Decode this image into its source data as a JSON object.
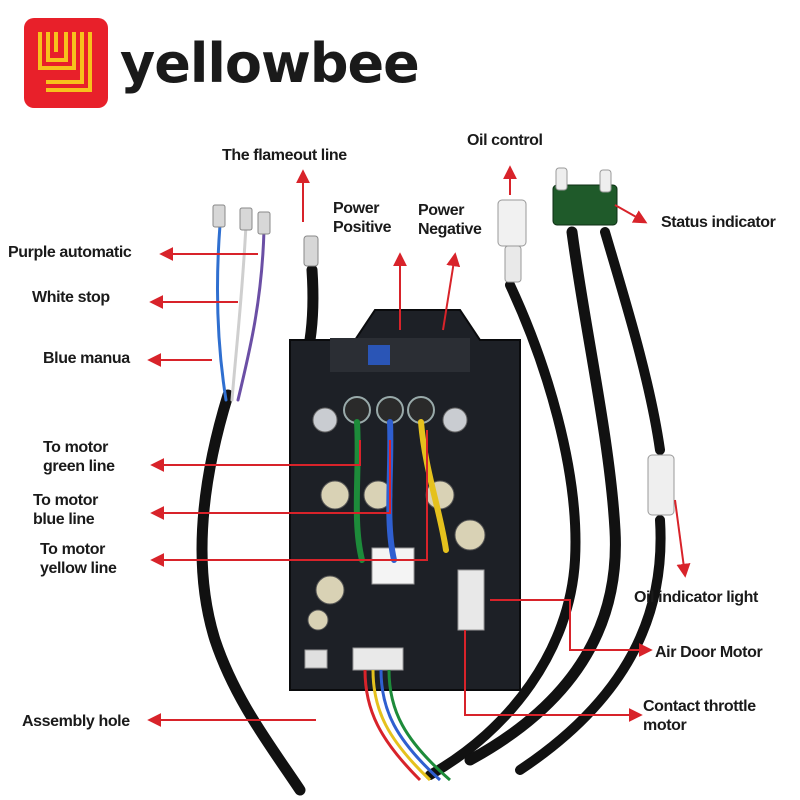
{
  "brand": {
    "name": "yellowbee",
    "accent": "#e8202a",
    "logo_icon": "yellowbee-logo-icon"
  },
  "labels": {
    "flameout": "The flameout line",
    "oil_control": "Oil control",
    "power_positive": [
      "Power",
      "Positive"
    ],
    "power_negative": [
      "Power",
      "Negative"
    ],
    "status_indicator": "Status indicator",
    "purple_automatic": "Purple automatic",
    "white_stop": "White stop",
    "blue_manua": "Blue manua",
    "green_line": [
      "To motor",
      "green line"
    ],
    "blue_line": [
      "To motor",
      "blue line"
    ],
    "yellow_line": [
      "To motor",
      "yellow line"
    ],
    "oil_indicator_light": "Oil indicator light",
    "air_door_motor": "Air Door Motor",
    "contact_throttle": [
      "Contact throttle",
      "motor"
    ],
    "assembly_hole": "Assembly hole"
  },
  "colors": {
    "arrow": "#d8232a",
    "board": "#1d2026",
    "cable": "#111111"
  }
}
